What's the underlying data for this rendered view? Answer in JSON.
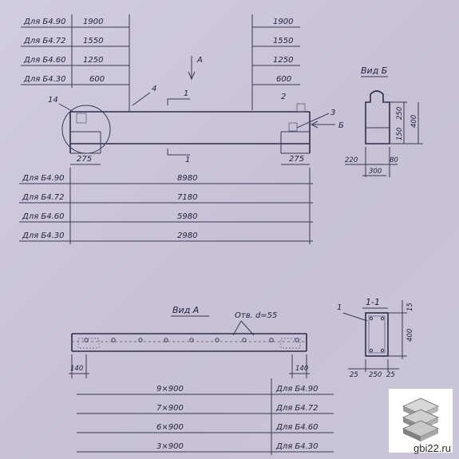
{
  "drawing": {
    "top_left_rows": [
      {
        "label": "Для Б4.90",
        "value": "1900"
      },
      {
        "label": "Для Б4.72",
        "value": "1550"
      },
      {
        "label": "Для Б4.60",
        "value": "1250"
      },
      {
        "label": "Для Б4.30",
        "value": "600"
      }
    ],
    "top_right_values": [
      "1900",
      "1550",
      "1250",
      "600"
    ],
    "section_mark_a": "А",
    "section_mark_1": "1",
    "callouts": [
      "4",
      "14",
      "2",
      "3",
      "Б"
    ],
    "end_dims": [
      "275",
      "275"
    ],
    "length_rows": [
      {
        "label": "Для Б4.90",
        "value": "8980"
      },
      {
        "label": "Для Б4.72",
        "value": "7180"
      },
      {
        "label": "Для Б4.60",
        "value": "5980"
      },
      {
        "label": "Для Б4.30",
        "value": "2980"
      }
    ],
    "view_b": {
      "title": "Вид Б",
      "dims": [
        "400",
        "250",
        "150",
        "220",
        "80",
        "300"
      ]
    },
    "view_a": {
      "title": "Вид А",
      "holes": "Отв. d=55",
      "end_dims": [
        "140",
        "140"
      ]
    },
    "spacing_rows": [
      {
        "value": "9×900",
        "label": "Для Б4.90"
      },
      {
        "value": "7×900",
        "label": "Для Б4.72"
      },
      {
        "value": "6×900",
        "label": "Для Б4.60"
      },
      {
        "value": "3×900",
        "label": "Для Б4.30"
      }
    ],
    "section_1_1": {
      "title": "1-1",
      "callout": "1",
      "dims": [
        "15",
        "400",
        "25",
        "250",
        "25"
      ]
    }
  },
  "brand": {
    "text": "gbi22.ru",
    "accent": "#8c8c8c"
  }
}
